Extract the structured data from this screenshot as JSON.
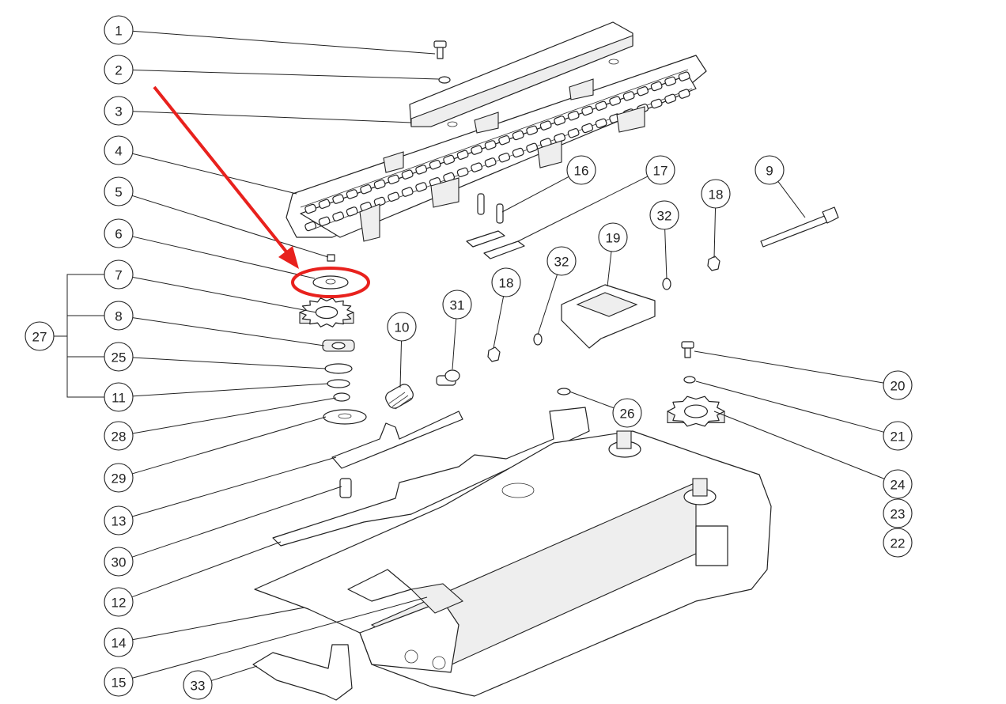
{
  "diagram": {
    "type": "exploded-parts-view",
    "callouts": [
      "1",
      "2",
      "3",
      "4",
      "5",
      "6",
      "7",
      "8",
      "25",
      "11",
      "28",
      "29",
      "13",
      "30",
      "12",
      "14",
      "15",
      "33",
      "27",
      "16",
      "17",
      "18",
      "9",
      "32",
      "19",
      "32",
      "18",
      "31",
      "10",
      "20",
      "21",
      "24",
      "23",
      "22",
      "26"
    ],
    "group_label": "27",
    "highlight": {
      "target_part": "6",
      "color": "#e8211d"
    }
  }
}
